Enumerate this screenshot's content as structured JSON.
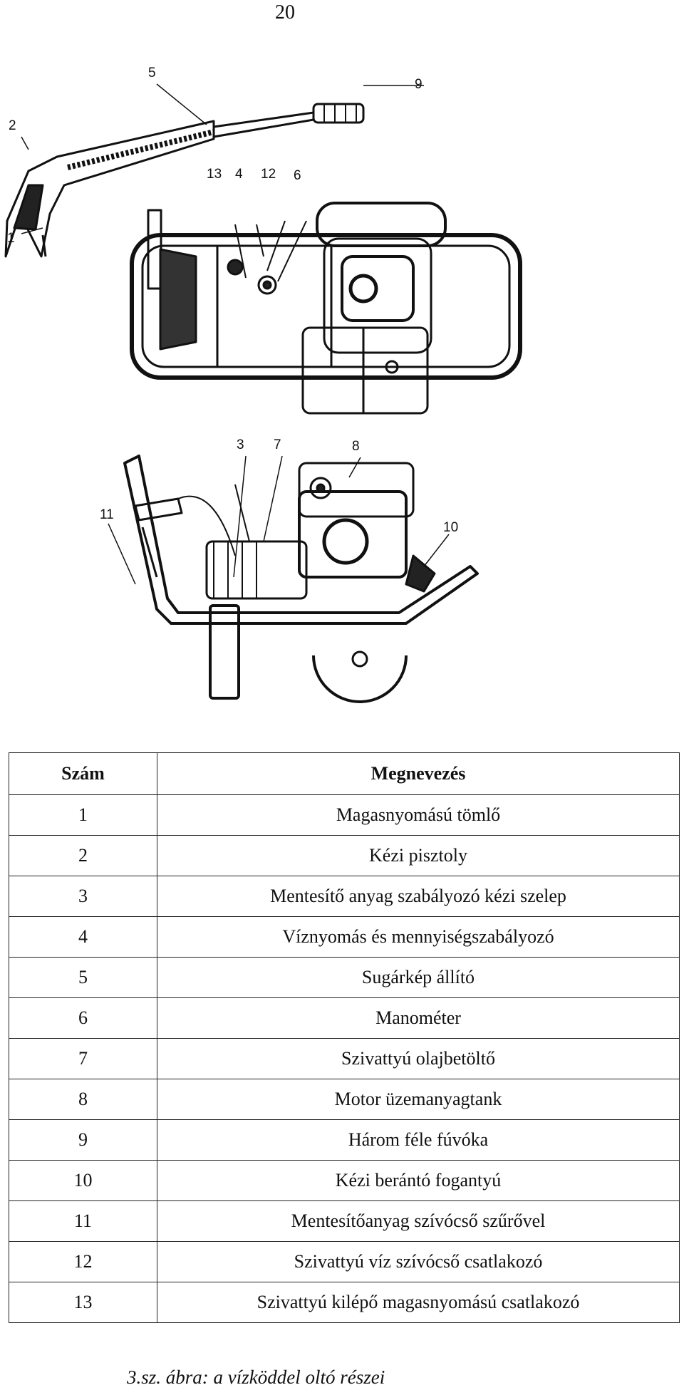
{
  "page_number": "20",
  "figure": {
    "callouts": [
      "1",
      "2",
      "3",
      "4",
      "5",
      "6",
      "7",
      "8",
      "9",
      "10",
      "11",
      "12",
      "13"
    ]
  },
  "table": {
    "headers": {
      "number": "Szám",
      "name": "Megnevezés"
    },
    "rows": [
      {
        "number": "1",
        "name": "Magasnyomású tömlő"
      },
      {
        "number": "2",
        "name": "Kézi pisztoly"
      },
      {
        "number": "3",
        "name": "Mentesítő anyag szabályozó kézi szelep"
      },
      {
        "number": "4",
        "name": "Víznyomás és mennyiségszabályozó"
      },
      {
        "number": "5",
        "name": "Sugárkép állító"
      },
      {
        "number": "6",
        "name": "Manométer"
      },
      {
        "number": "7",
        "name": "Szivattyú olajbetöltő"
      },
      {
        "number": "8",
        "name": "Motor üzemanyagtank"
      },
      {
        "number": "9",
        "name": "Három féle fúvóka"
      },
      {
        "number": "10",
        "name": "Kézi berántó fogantyú"
      },
      {
        "number": "11",
        "name": "Mentesítőanyag szívócső szűrővel"
      },
      {
        "number": "12",
        "name": "Szivattyú víz szívócső csatlakozó"
      },
      {
        "number": "13",
        "name": "Szivattyú kilépő magasnyomású csatlakozó"
      }
    ]
  },
  "caption": "3.sz. ábra: a vízköddel oltó részei"
}
